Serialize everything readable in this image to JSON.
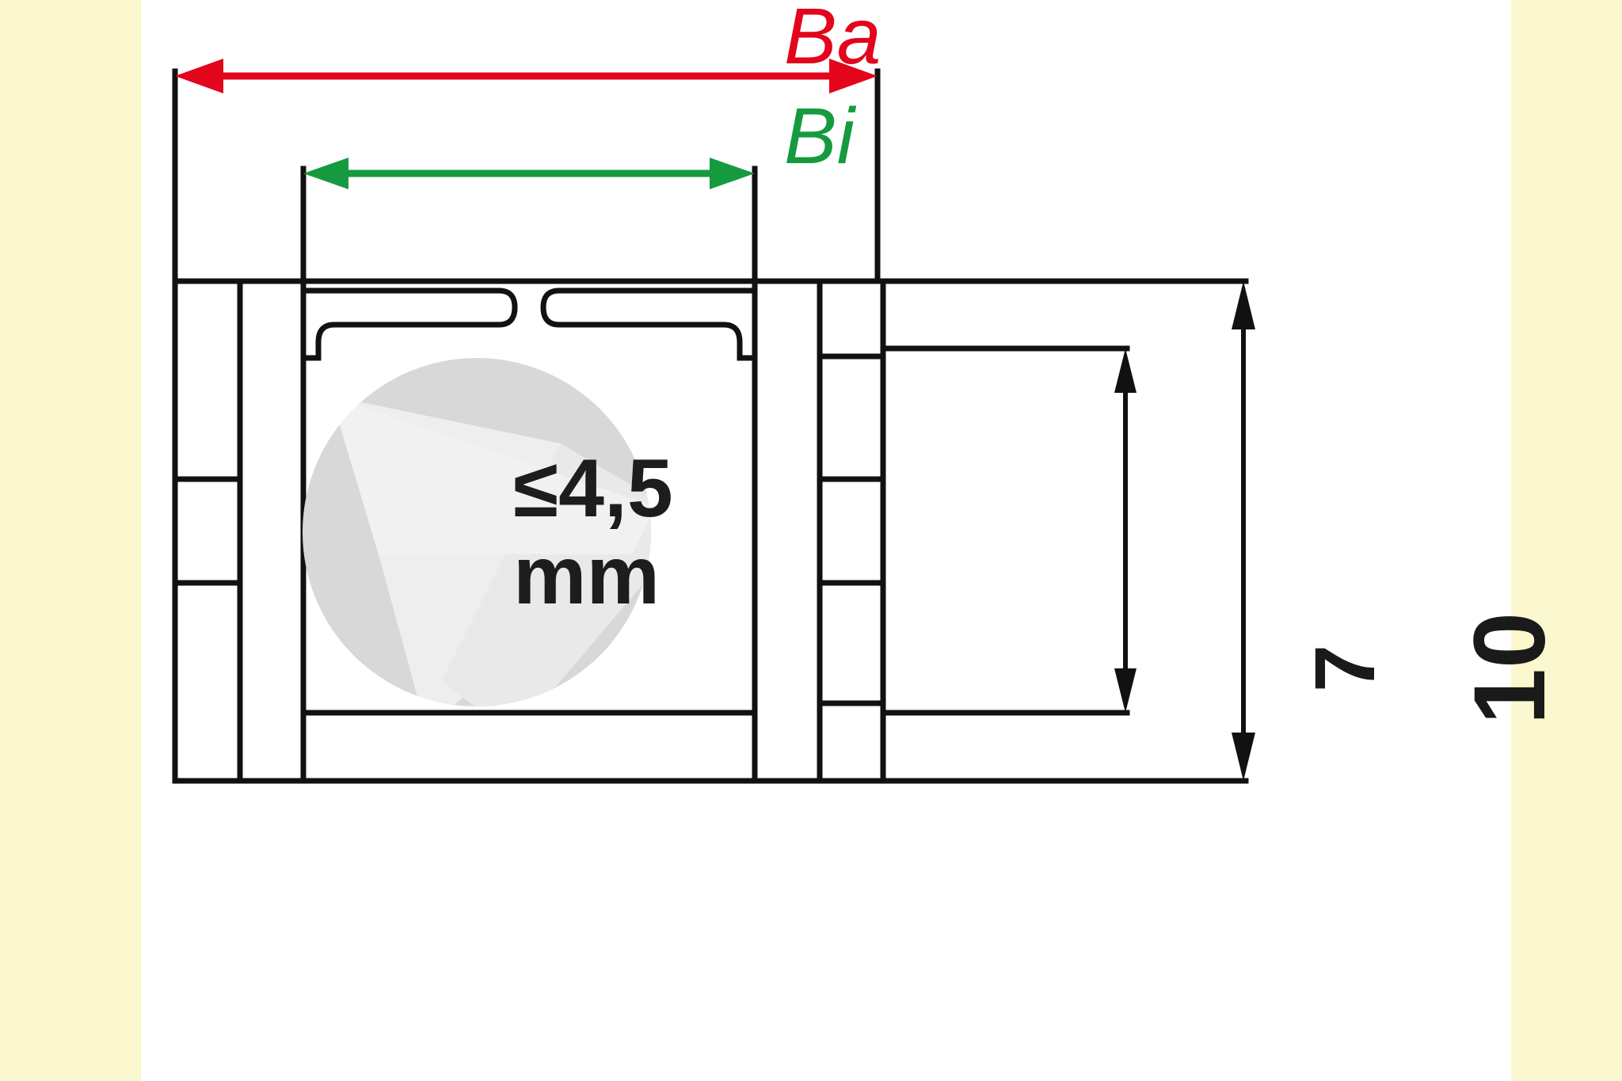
{
  "figure": {
    "kind": "technical-dimension-drawing",
    "background_color": "#ffffff",
    "margin_band_color": "#fbf8cf",
    "line_color": "#111111"
  },
  "dimensions": {
    "outer_width": {
      "label": "Ba",
      "color": "#e3051b",
      "style": "double-headed-arrow"
    },
    "inner_width": {
      "label": "Bi",
      "color": "#159a40",
      "style": "double-headed-arrow"
    },
    "inner_height": {
      "label": "7",
      "color": "#1a1a1a",
      "orientation": "vertical",
      "style": "double-headed-arrow"
    },
    "outer_height": {
      "label": "10",
      "color": "#1a1a1a",
      "orientation": "vertical",
      "style": "double-headed-arrow"
    }
  },
  "badge": {
    "name": "max-thickness-badge",
    "line1": "≤4,5",
    "line2": "mm",
    "circle_color": "#d7d7d7",
    "highlight_color": "#eeeeee",
    "text_color": "#1d1d1d"
  }
}
